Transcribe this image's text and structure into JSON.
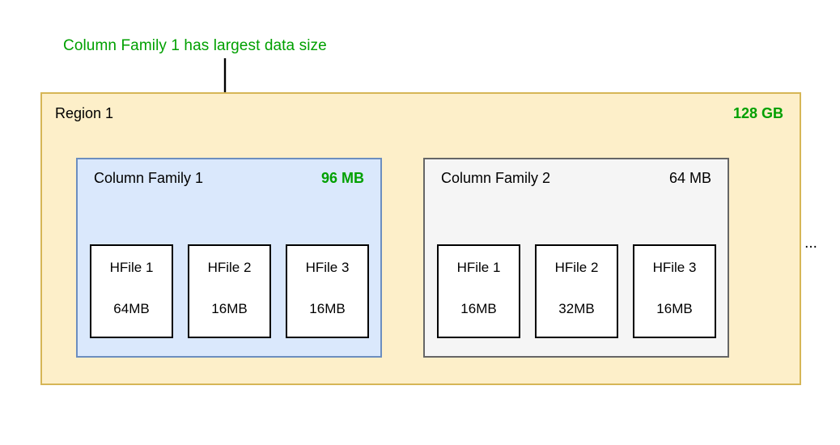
{
  "annotation": {
    "text": "Column Family 1 has largest data size",
    "color": "#00a000",
    "arrow_icon": "down-arrow-icon"
  },
  "region": {
    "title": "Region 1",
    "size": "128 GB",
    "size_color": "#00a000",
    "fill": "#fdefc9",
    "border": "#d6b656",
    "overflow_indicator": "...",
    "column_families": [
      {
        "name": "Column Family 1",
        "size": "96 MB",
        "highlighted": true,
        "fill": "#dae8fc",
        "border": "#6c8ebf",
        "hfiles": [
          {
            "name": "HFile 1",
            "size": "64MB"
          },
          {
            "name": "HFile 2",
            "size": "16MB"
          },
          {
            "name": "HFile 3",
            "size": "16MB"
          }
        ]
      },
      {
        "name": "Column Family 2",
        "size": "64 MB",
        "highlighted": false,
        "fill": "#f5f5f5",
        "border": "#666666",
        "hfiles": [
          {
            "name": "HFile 1",
            "size": "16MB"
          },
          {
            "name": "HFile 2",
            "size": "32MB"
          },
          {
            "name": "HFile 3",
            "size": "16MB"
          }
        ]
      }
    ]
  }
}
